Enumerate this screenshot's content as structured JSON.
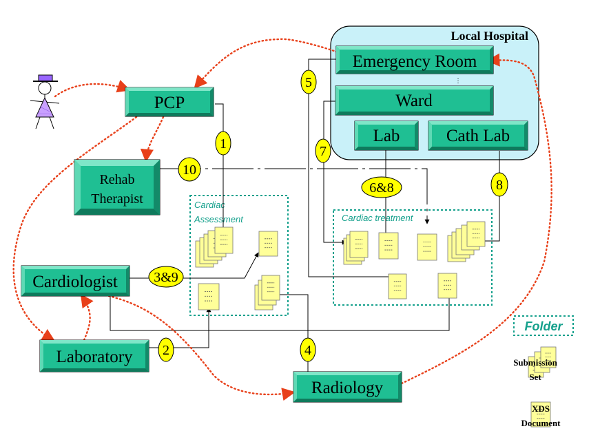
{
  "hospital": {
    "title": "Local Hospital"
  },
  "actors": {
    "emergency_room": "Emergency Room",
    "ward": "Ward",
    "lab": "Lab",
    "cath_lab": "Cath Lab",
    "pcp": "PCP",
    "rehab_line1": "Rehab",
    "rehab_line2": "Therapist",
    "cardiologist": "Cardiologist",
    "laboratory": "Laboratory",
    "radiology": "Radiology"
  },
  "folders": {
    "assessment_line1": "Cardiac",
    "assessment_line2": "Assessment",
    "treatment": "Cardiac treatment"
  },
  "steps": {
    "s1": "1",
    "s2": "2",
    "s39": "3&9",
    "s4": "4",
    "s5": "5",
    "s68": "6&8",
    "s7": "7",
    "s8": "8",
    "s10": "10"
  },
  "legend": {
    "folder": "Folder",
    "submission_line1": "Submission",
    "submission_line2": "Set",
    "xds_line1": "XDS",
    "xds_line2": "Document"
  },
  "colors": {
    "box_fill": "#1fbf93",
    "hospital_fill": "#c9f1f9",
    "doc_fill": "#ffff99",
    "path_red": "#e8401a",
    "step_fill": "#ffff00",
    "folder_border": "#14a08c"
  }
}
